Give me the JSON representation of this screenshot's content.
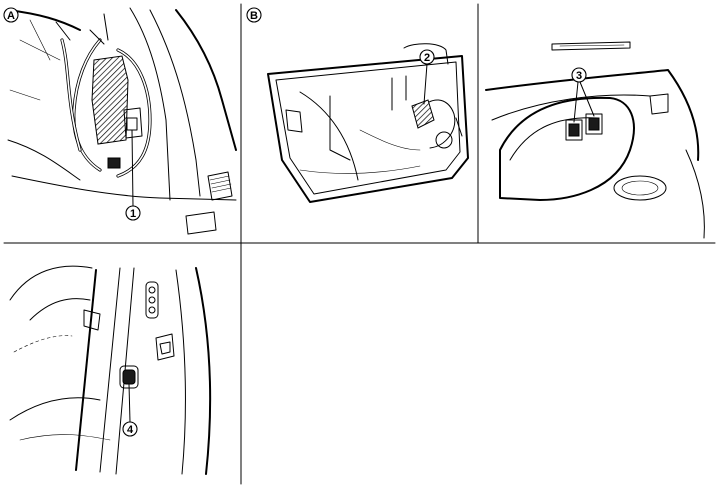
{
  "panels": [
    {
      "id": "A",
      "label": "A"
    },
    {
      "id": "B",
      "label": "B"
    }
  ],
  "callouts": [
    {
      "id": "1",
      "label": "1"
    },
    {
      "id": "2",
      "label": "2"
    },
    {
      "id": "3",
      "label": "3"
    },
    {
      "id": "4",
      "label": "4"
    }
  ],
  "colors": {
    "line": "#000000",
    "background": "#ffffff"
  }
}
